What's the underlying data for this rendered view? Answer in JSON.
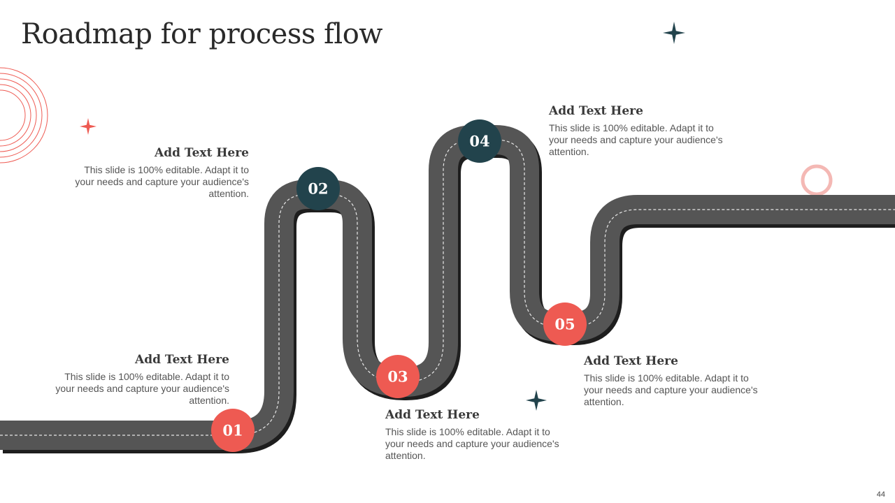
{
  "slide": {
    "title": "Roadmap for process flow",
    "page_number": "44"
  },
  "milestones": [
    {
      "number": "01",
      "heading": "Add Text Here",
      "body": "This slide is 100% editable. Adapt it to your needs and capture your audience's attention."
    },
    {
      "number": "02",
      "heading": "Add Text Here",
      "body": "This slide is 100% editable. Adapt it to your needs and capture your audience's attention."
    },
    {
      "number": "03",
      "heading": "Add Text Here",
      "body": "This slide is 100% editable. Adapt it to your needs and capture your audience's attention."
    },
    {
      "number": "04",
      "heading": "Add Text Here",
      "body": "This slide is 100% editable. Adapt it to your needs and capture your audience's attention."
    },
    {
      "number": "05",
      "heading": "Add Text Here",
      "body": "This slide is 100% editable. Adapt it to your needs and capture your audience's attention."
    }
  ],
  "colors": {
    "coral": "#ee5a52",
    "dark_teal": "#22434c",
    "road": "#555555",
    "road_shadow": "#1e1e1e",
    "pink_ring": "#f4b8b4"
  },
  "icons": [
    "sparkle-icon",
    "concentric-arcs-decoration",
    "ring-decoration"
  ]
}
